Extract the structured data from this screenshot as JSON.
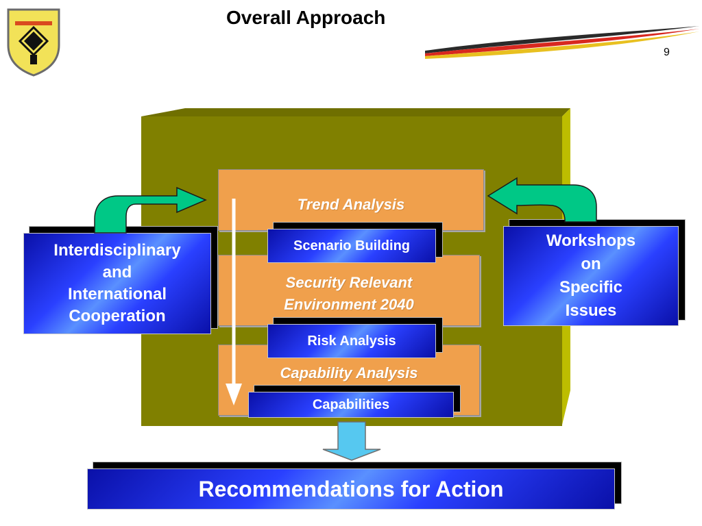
{
  "header": {
    "title": "Overall Approach",
    "page_number": "9"
  },
  "colors": {
    "olive": "#808000",
    "orange": "#f0a04c",
    "blue": "#1a2ee0",
    "arrow_green": "#00c886",
    "arrow_cyan": "#56c8f0"
  },
  "logo": {
    "icon": "coat-of-arms-icon"
  },
  "diagram": {
    "stages": [
      {
        "label": "Trend Analysis"
      },
      {
        "label_line1": "Security Relevant",
        "label_line2": "Environment 2040"
      },
      {
        "label": "Capability Analysis"
      }
    ],
    "outputs": [
      {
        "label": "Scenario Building"
      },
      {
        "label": "Risk Analysis"
      },
      {
        "label": "Capabilities"
      }
    ],
    "left_input": {
      "lines": [
        "Interdisciplinary",
        "and",
        "International",
        "Cooperation"
      ]
    },
    "right_input": {
      "lines": [
        "Workshops",
        "on",
        "Specific",
        "Issues"
      ]
    },
    "result": {
      "label": "Recommendations for Action"
    }
  }
}
